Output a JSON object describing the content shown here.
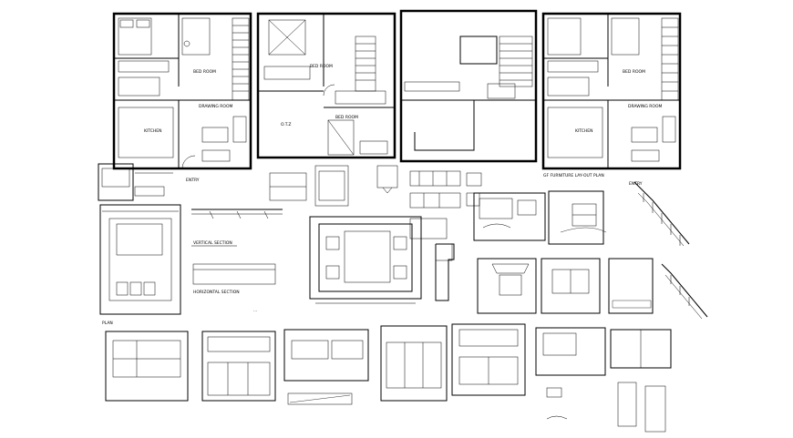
{
  "drawing": {
    "plan1": {
      "labels": {
        "bed_room": "BED ROOM",
        "drawing_room": "DRAWING ROOM",
        "kitchen": "KITCHEN",
        "entry": "ENTRY"
      }
    },
    "plan2": {
      "labels": {
        "bed_room": "BED ROOM",
        "otz": "O.T.Z",
        "bed_room_2": "BED ROOM"
      }
    },
    "plan4": {
      "labels": {
        "bed_room": "BED ROOM",
        "drawing_room": "DRAWING ROOM",
        "kitchen": "KITCHEN",
        "entry": "ENTRY",
        "furniture_title": "GF FURNITURE LAY-OUT PLAN"
      }
    },
    "sections": {
      "vertical": "VERTICAL SECTION",
      "horizontal": "HORIZONTAL SECTION",
      "plan": "PLAN"
    }
  }
}
